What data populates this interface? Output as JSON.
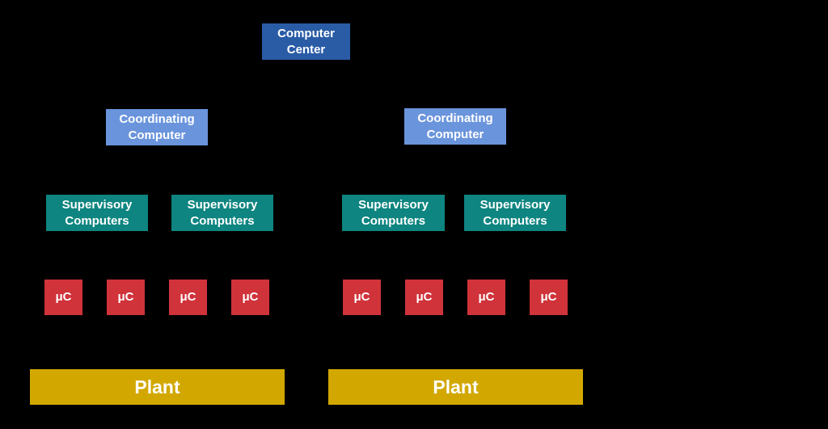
{
  "computer_center": {
    "label": "Computer\nCenter"
  },
  "coordinating": [
    {
      "label": "Coordinating\nComputer"
    },
    {
      "label": "Coordinating\nComputer"
    }
  ],
  "supervisory": [
    {
      "label": "Supervisory\nComputers"
    },
    {
      "label": "Supervisory\nComputers"
    },
    {
      "label": "Supervisory\nComputers"
    },
    {
      "label": "Supervisory\nComputers"
    }
  ],
  "microcontrollers": [
    {
      "label": "μC"
    },
    {
      "label": "μC"
    },
    {
      "label": "μC"
    },
    {
      "label": "μC"
    },
    {
      "label": "μC"
    },
    {
      "label": "μC"
    },
    {
      "label": "μC"
    },
    {
      "label": "μC"
    }
  ],
  "plants": [
    {
      "label": "Plant"
    },
    {
      "label": "Plant"
    }
  ],
  "colors": {
    "background": "#000000",
    "computer_center": "#2a5ca6",
    "coordinating": "#6a94dc",
    "supervisory": "#0e8580",
    "microcontroller": "#d0333a",
    "plant": "#d2a800",
    "text": "#ffffff"
  }
}
